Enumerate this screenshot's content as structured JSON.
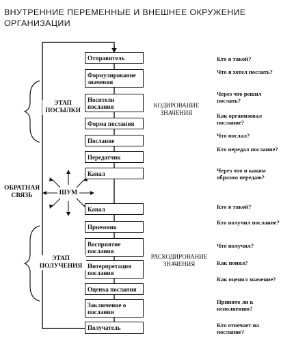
{
  "title": {
    "line1": "ВНУТРЕННИЕ ПЕРЕМЕННЫЕ И ВНЕШНЕЕ ОКРУЖЕНИЕ",
    "line2": "ОРГАНИЗАЦИИ"
  },
  "stages": {
    "sending": [
      "ЭТАП",
      "ПОСЫЛКИ"
    ],
    "receiving": [
      "ЭТАП",
      "ПОЛУЧЕНИЯ"
    ]
  },
  "feedback": [
    "ОБРАТНАЯ",
    "СВЯЗЬ"
  ],
  "noise": "ШУМ",
  "encoding": [
    "КОДИРОВАНИЕ",
    "ЗНАЧЕНИЯ"
  ],
  "decoding": [
    "РАСКОДИРОВАНИЕ",
    "ЗНАЧЕНИЯ"
  ],
  "boxes": [
    "Отправитель",
    "Формулирование значения",
    "Носители послания",
    "Форма послания",
    "Послание",
    "Передатчик",
    "Канал",
    "Канал",
    "Приемник",
    "Восприятие послания",
    "Интерпретация послания",
    "Оценка послания",
    "Заключение о послании",
    "Получатель"
  ],
  "questions": [
    "Кто я такой?",
    "Что я хотел послать?",
    "Через что решил послать?",
    "Как организовал послание?",
    "Что послал?",
    "Кто передал послание?",
    "Через что и каким образом передаю?",
    "Кто я такой?",
    "Кто получил послание?",
    "Что получил?",
    "Как понял?",
    "Как оценил значение?",
    "Принято ли к исполнению?",
    "Кто отвечает на послание?"
  ]
}
